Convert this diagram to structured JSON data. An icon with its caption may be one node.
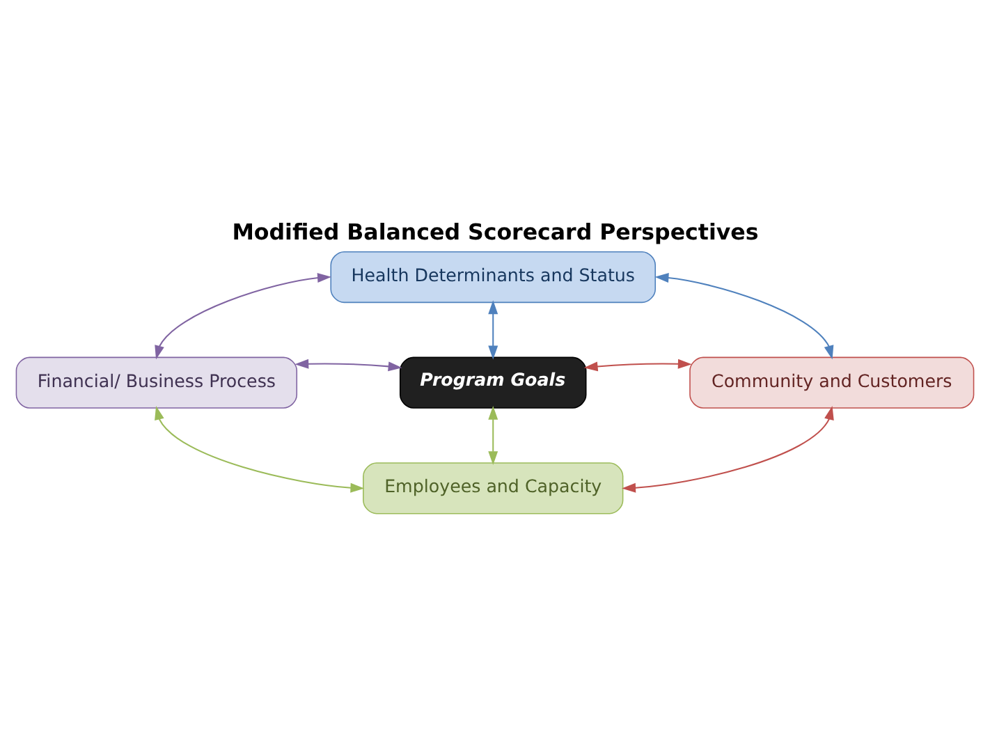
{
  "diagram": {
    "title": "Modified Balanced Scorecard Perspectives",
    "nodes": [
      {
        "text": [
          "Health Determinants and Status"
        ]
      },
      {
        "text": [
          "Financial/ Business Process"
        ]
      },
      {
        "text": [
          "Program Goals"
        ]
      },
      {
        "text": [
          "Community and Customers"
        ]
      },
      {
        "text": [
          "Employees and Capacity"
        ]
      }
    ],
    "edges": [
      {
        "from": 0,
        "to": 1,
        "arrow": "both",
        "color": "#8064a2"
      },
      {
        "from": 0,
        "to": 3,
        "arrow": "both",
        "color": "#4f81bd"
      },
      {
        "from": 0,
        "to": 2,
        "arrow": "both",
        "color": "#4f81bd"
      },
      {
        "from": 1,
        "to": 2,
        "arrow": "both",
        "color": "#8064a2"
      },
      {
        "from": 3,
        "to": 2,
        "arrow": "both",
        "color": "#c0504d"
      },
      {
        "from": 4,
        "to": 2,
        "arrow": "both",
        "color": "#9bbb59"
      },
      {
        "from": 1,
        "to": 4,
        "arrow": "both",
        "color": "#9bbb59"
      },
      {
        "from": 3,
        "to": 4,
        "arrow": "both",
        "color": "#c0504d"
      }
    ]
  }
}
